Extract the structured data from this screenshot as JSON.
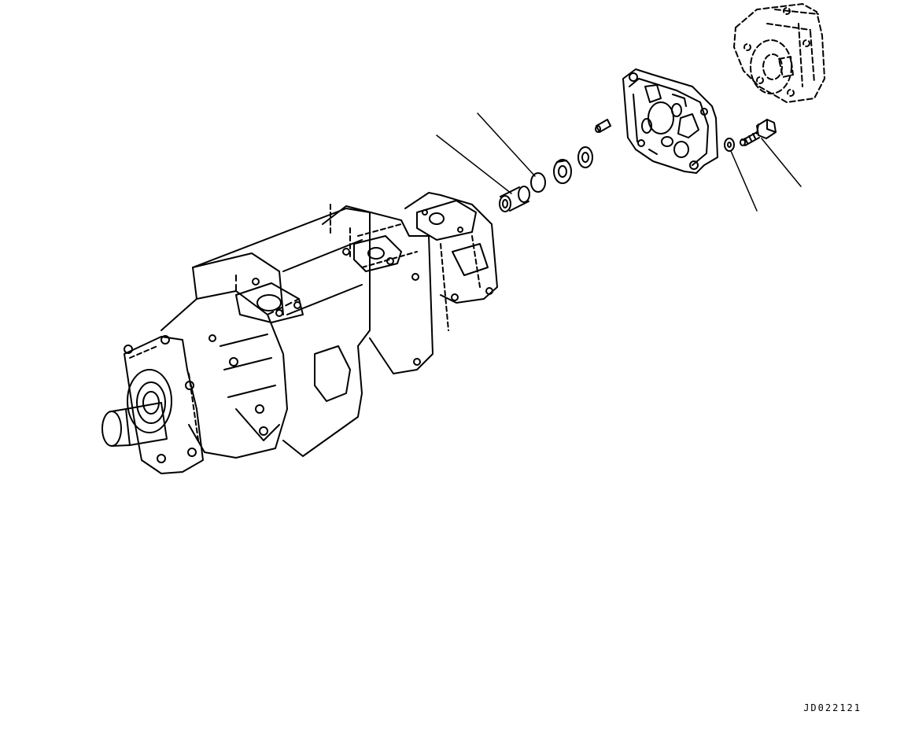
{
  "diagram": {
    "reference_code": "JD022121",
    "line_color": "#000000",
    "background": "#ffffff",
    "parts": [
      {
        "name": "pump-assembly"
      },
      {
        "name": "spacer-collar"
      },
      {
        "name": "o-ring"
      },
      {
        "name": "bearing-washer"
      },
      {
        "name": "flat-washer"
      },
      {
        "name": "dowel-pin"
      },
      {
        "name": "cover-plate"
      },
      {
        "name": "spring-washer"
      },
      {
        "name": "bolt"
      },
      {
        "name": "rear-pump-section"
      }
    ]
  }
}
